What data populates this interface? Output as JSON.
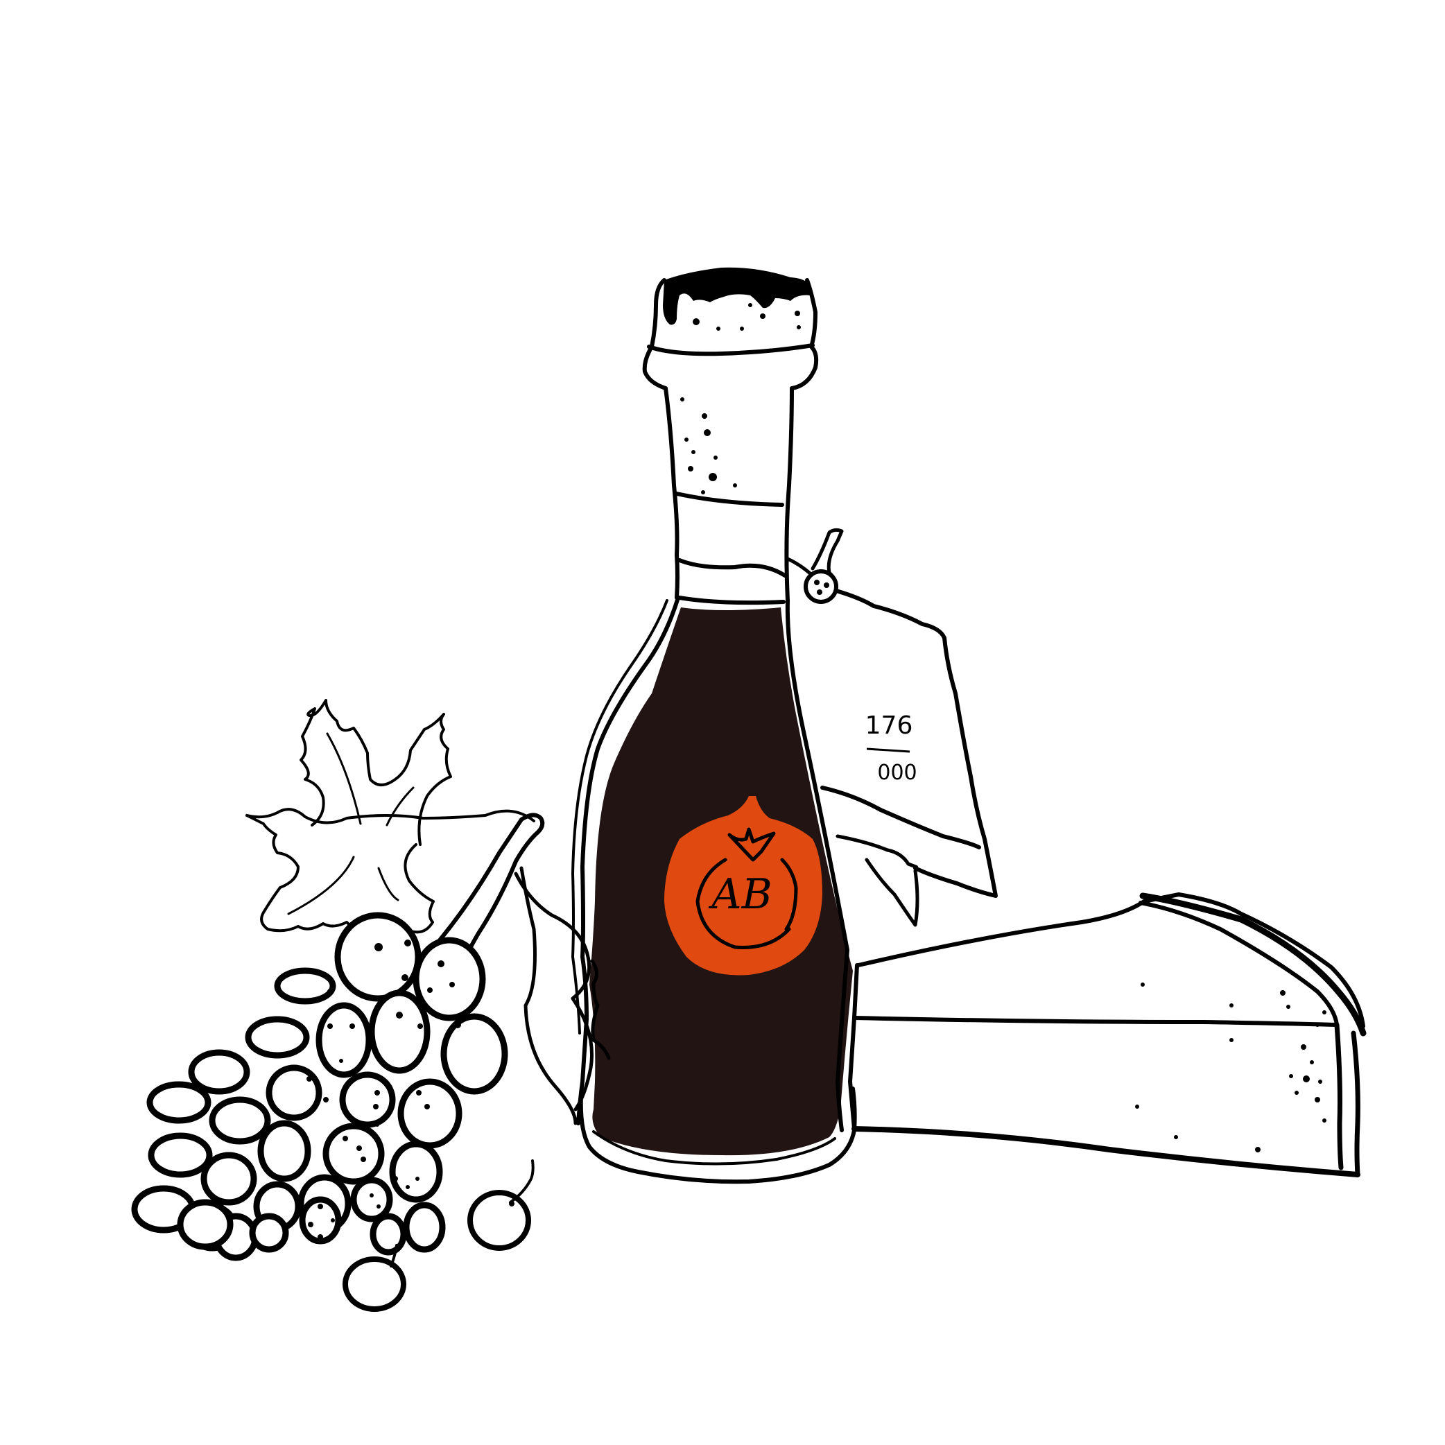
{
  "illustration": {
    "colors": {
      "ink": "#000000",
      "background": "#ffffff",
      "balsamic": "#231414",
      "seal": "#e04a10"
    },
    "tag": {
      "numerator": "176",
      "denominator": "000"
    },
    "seal": {
      "monogram": "AB"
    }
  }
}
